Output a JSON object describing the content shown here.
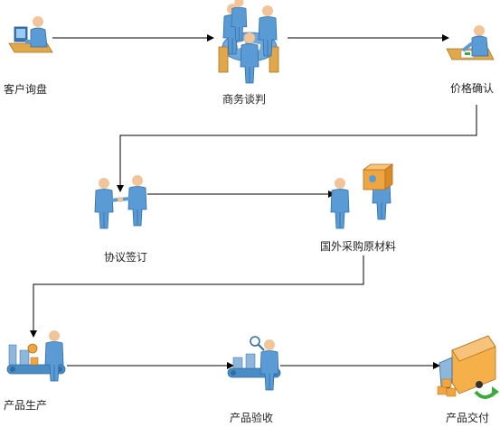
{
  "steps": [
    {
      "label": "客户询盘",
      "icon": "customer-at-computer-icon"
    },
    {
      "label": "商务谈判",
      "icon": "meeting-table-icon"
    },
    {
      "label": "价格确认",
      "icon": "person-signing-document-icon"
    },
    {
      "label": "协议签订",
      "icon": "handshake-icon"
    },
    {
      "label": "国外采购原材料",
      "icon": "person-with-box-icon"
    },
    {
      "label": "产品生产",
      "icon": "production-line-icon"
    },
    {
      "label": "产品验收",
      "icon": "inspection-line-icon"
    },
    {
      "label": "产品交付",
      "icon": "delivery-truck-icon"
    }
  ],
  "colors": {
    "figure_blue": "#5b9bd5",
    "figure_dark": "#2f6da3",
    "skin": "#f2c49a",
    "arrow": "#000000",
    "box": "#f0a640",
    "truck_cargo": "#f5b04a",
    "conveyor": "#4a8cc4",
    "delivery_arrow": "#3cab3c"
  }
}
